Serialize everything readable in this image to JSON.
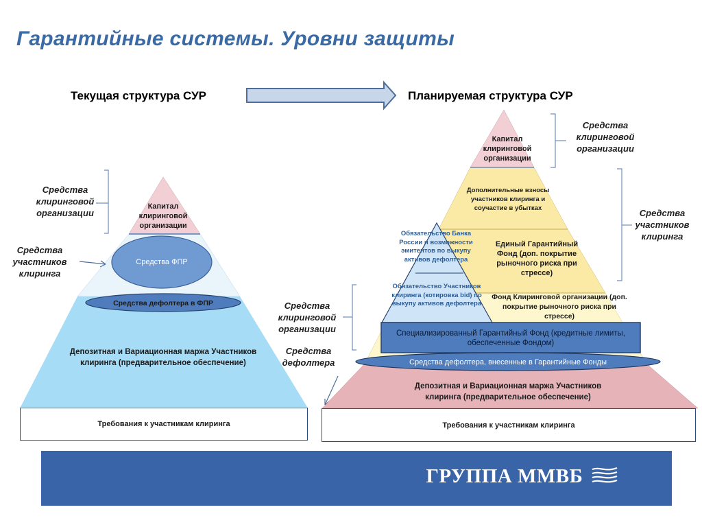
{
  "title": "Гарантийные системы. Уровни защиты",
  "headers": {
    "current": "Текущая структура СУР",
    "planned": "Планируемая структура СУР"
  },
  "left": {
    "side_clearing_org": "Средства клиринговой организации",
    "side_participants": "Средства участников клиринга",
    "capital": "Капитал клиринговой организации",
    "fpr_funds": "Средства ФПР",
    "defaulter_in_fpr": "Средства дефолтера в ФПР",
    "margin": "Депозитная и Вариационная маржа Участников клиринга (предварительное обеспечение)",
    "requirements": "Требования к участникам клиринга"
  },
  "middle": {
    "side_clearing_org": "Средства клиринговой организации",
    "side_defaulter": "Средства дефолтера"
  },
  "right": {
    "side_clearing_org": "Средства клиринговой организации",
    "side_participants": "Средства участников клиринга",
    "capital": "Капитал клиринговой организации",
    "additional_contributions": "Дополнительные взносы участников клиринга и соучастие в убытках",
    "unified_fund": "Единый Гарантийный Фонд (доп. покрытие рыночного риска при стрессе)",
    "clearing_org_fund": "Фонд Клиринговой организации (доп. покрытие рыночного риска при стрессе)",
    "bank_russia": "Обязательство Банка России и возможности эмитентов по выкупу активов дефолтера",
    "participants_obligation": "Обязательство Участников клиринга (котировка bid) по выкупу активов дефолтера",
    "specialized_fund": "Специализированный Гарантийный Фонд (кредитные лимиты, обеспеченные Фондом)",
    "defaulter_funds": "Средства дефолтера, внесенные в Гарантийные Фонды",
    "margin": "Депозитная и Вариационная маржа Участников клиринга (предварительное обеспечение)",
    "requirements": "Требования к участникам клиринга"
  },
  "footer": {
    "logo": "ГРУППА ММВБ"
  },
  "colors": {
    "title": "#3a6aa5",
    "pink": "#f2cfd4",
    "light_blue": "#eaf4fb",
    "fpr_ellipse": "#6f9ad2",
    "dark_ellipse": "#4f7cbc",
    "sky": "#a6dcf5",
    "yellow": "#fbe9a6",
    "pale_yellow": "#fef7cd",
    "rose_base": "#e6b4b8",
    "blue_box": "#4f7cbc",
    "footer": "#3a64a8"
  }
}
